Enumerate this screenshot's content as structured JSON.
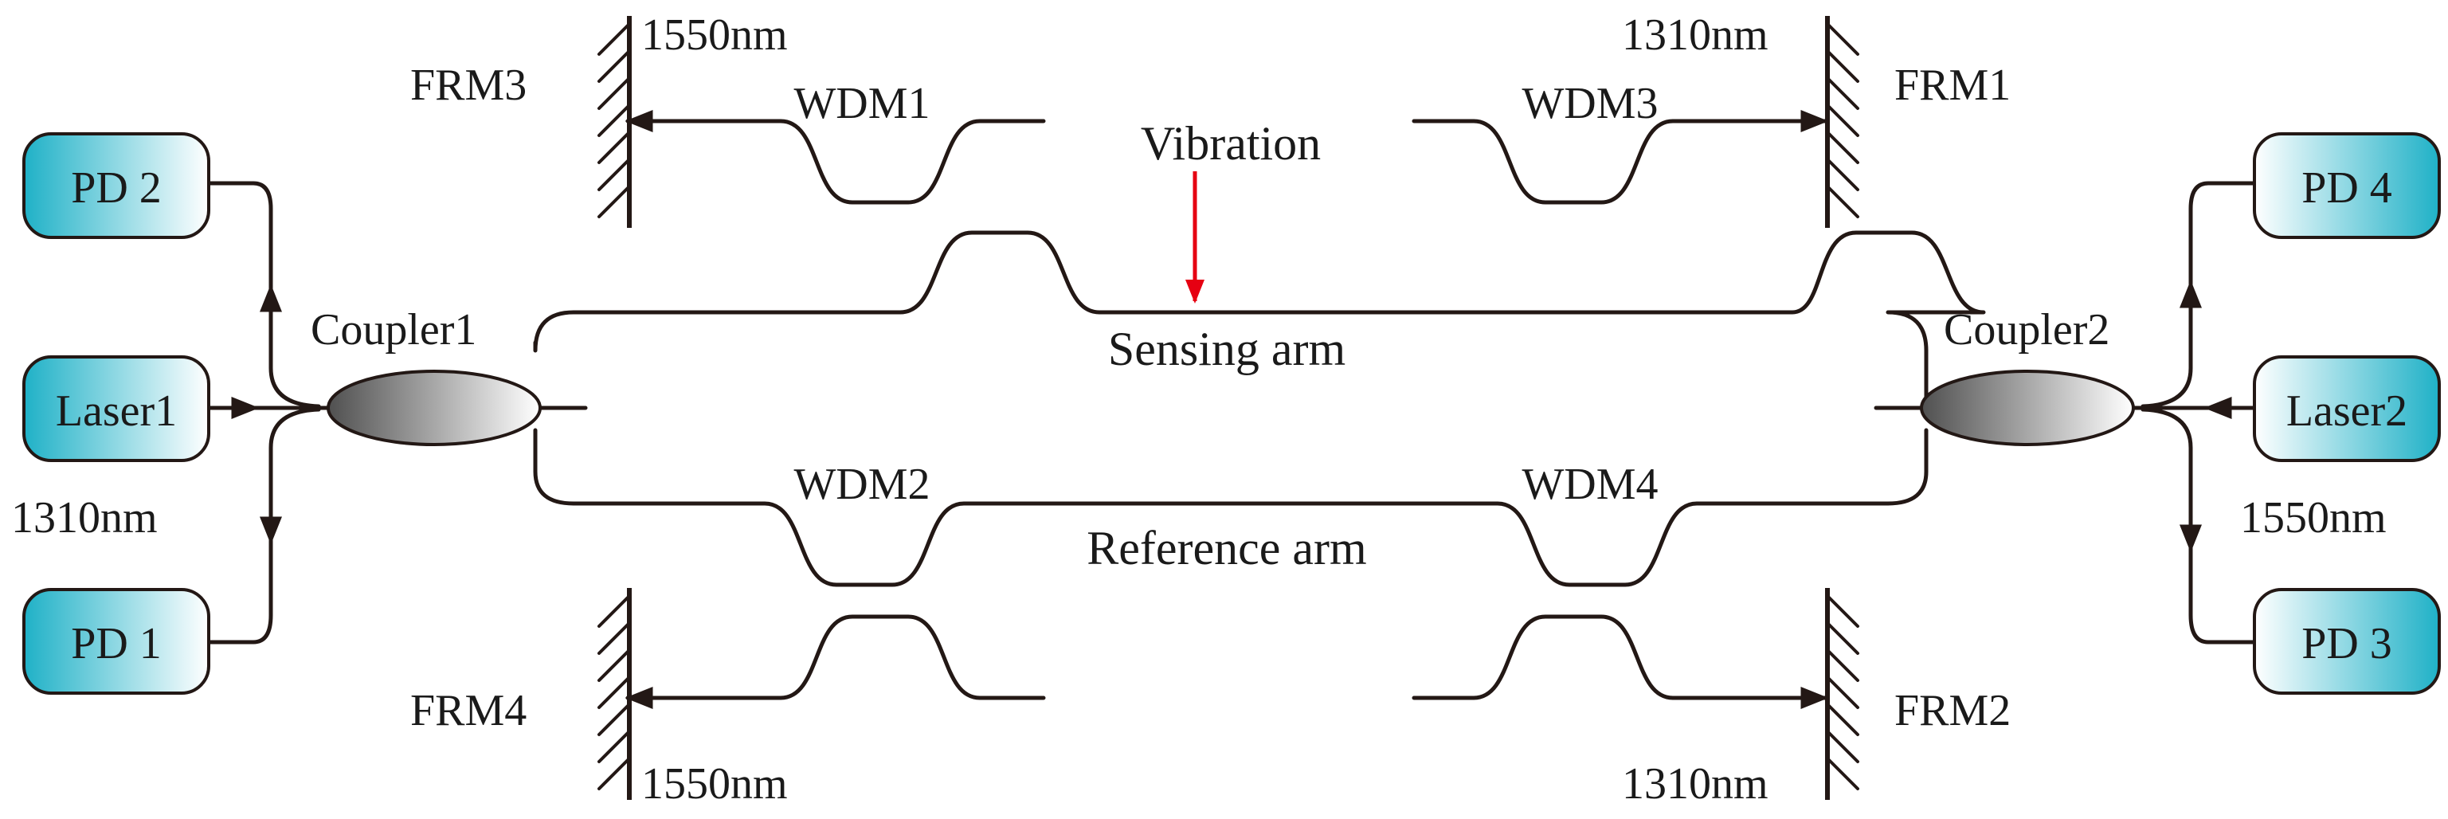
{
  "colors": {
    "fiber": "#231815",
    "vibration_arrow": "#e60012",
    "box_fill_dark": "#1fb1c7",
    "box_fill_light": "#ffffff",
    "coupler_dark": "#505050",
    "coupler_light": "#ffffff"
  },
  "boxes": {
    "pd2": "PD 2",
    "laser1": "Laser1",
    "pd1": "PD 1",
    "pd4": "PD 4",
    "laser2": "Laser2",
    "pd3": "PD 3"
  },
  "couplers": {
    "coupler1": "Coupler1",
    "coupler2": "Coupler2"
  },
  "wdm": {
    "wdm1": "WDM1",
    "wdm2": "WDM2",
    "wdm3": "WDM3",
    "wdm4": "WDM4"
  },
  "frm": {
    "frm1": "FRM1",
    "frm2": "FRM2",
    "frm3": "FRM3",
    "frm4": "FRM4"
  },
  "wavelengths": {
    "frm3_wl": "1550nm",
    "frm1_wl": "1310nm",
    "frm4_wl": "1550nm",
    "frm2_wl": "1310nm",
    "laser1_wl": "1310nm",
    "laser2_wl": "1550nm"
  },
  "arms": {
    "vibration": "Vibration",
    "sensing": "Sensing arm",
    "reference": "Reference arm"
  },
  "icons": {
    "frm": "faraday-mirror-icon",
    "coupler": "fiber-coupler-icon"
  }
}
